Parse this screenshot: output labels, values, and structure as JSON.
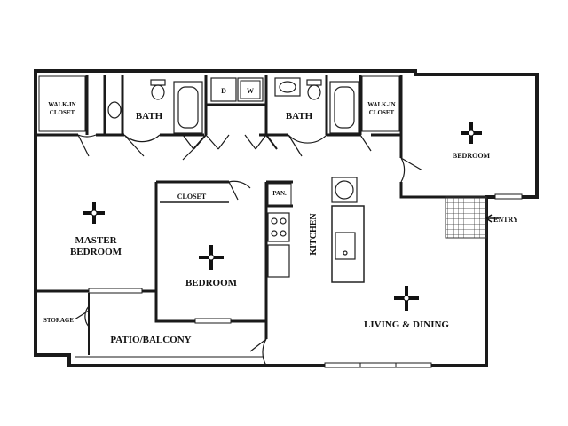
{
  "labels": {
    "walk_in_closet_left": [
      "WALK-IN",
      "CLOSET"
    ],
    "bath_left": "BATH",
    "dryer": "D",
    "washer": "W",
    "bath_right": "BATH",
    "walk_in_closet_right": [
      "WALK-IN",
      "CLOSET"
    ],
    "bedroom_right": "BEDROOM",
    "closet": "CLOSET",
    "pantry": "PAN.",
    "kitchen": "KITCHEN",
    "entry": "ENTRY",
    "master_bedroom": [
      "MASTER",
      "BEDROOM"
    ],
    "bedroom_center": "BEDROOM",
    "storage": "STORAGE",
    "patio_balcony": "PATIO/BALCONY",
    "living_dining": "LIVING & DINING"
  },
  "colors": {
    "wall": "#1a1a1a",
    "fixture": "#222222",
    "background": "#ffffff"
  },
  "icons": [
    "ceiling-fan-icon",
    "toilet-icon",
    "bathtub-icon",
    "sink-icon",
    "stove-icon",
    "refrigerator-icon",
    "door-swing-icon",
    "window-icon",
    "entry-arrow-icon"
  ]
}
